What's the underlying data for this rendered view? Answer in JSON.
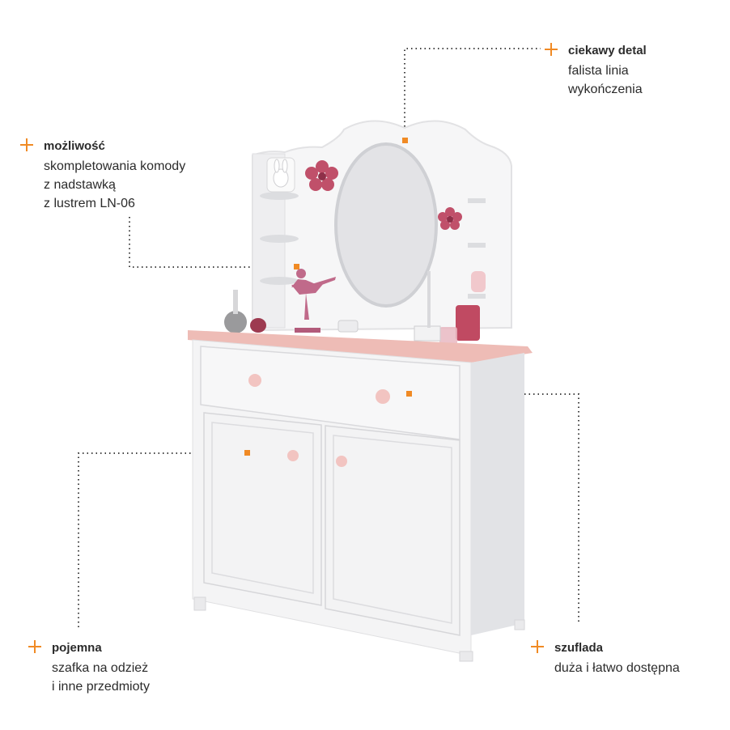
{
  "accent_color": "#f08a24",
  "callouts": [
    {
      "id": "detail",
      "title": "ciekawy detal",
      "desc": [
        "falista linia",
        "wykończenia"
      ]
    },
    {
      "id": "option",
      "title": "możliwość",
      "desc": [
        "skompletowania komody",
        "z nadstawką",
        "z lustrem LN-06"
      ]
    },
    {
      "id": "capacity",
      "title": "pojemna",
      "desc": [
        "szafka na odzież",
        "i inne przedmioty"
      ]
    },
    {
      "id": "drawer",
      "title": "szuflada",
      "desc": [
        "duża i łatwo dostępna"
      ]
    }
  ],
  "furniture_colors": {
    "body": "#f4f4f5",
    "shadow": "#dcdde0",
    "top": "#eebcb6",
    "knob": "#f2c4c1",
    "flower": "#c0506a",
    "ballerina": "#c06a8a"
  }
}
